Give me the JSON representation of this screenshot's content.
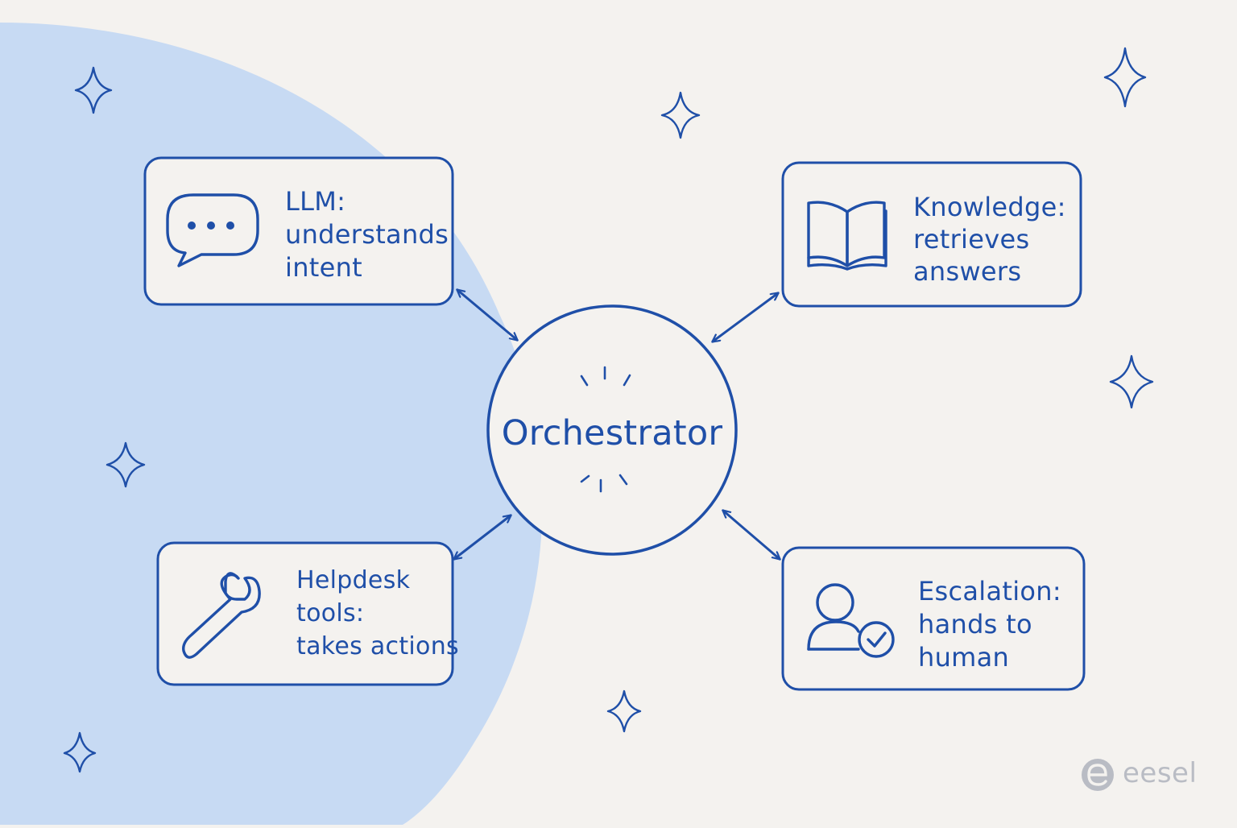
{
  "diagram": {
    "hub": {
      "label": "Orchestrator"
    },
    "nodes": [
      {
        "id": "llm",
        "icon": "chat-bubble-icon",
        "lines": [
          "LLM:",
          "understands",
          "intent"
        ]
      },
      {
        "id": "knowledge",
        "icon": "open-book-icon",
        "lines": [
          "Knowledge:",
          "retrieves",
          "answers"
        ]
      },
      {
        "id": "helpdesk",
        "icon": "wrench-icon",
        "lines": [
          "Helpdesk",
          "tools:",
          "takes actions"
        ]
      },
      {
        "id": "escalation",
        "icon": "user-check-icon",
        "lines": [
          "Escalation:",
          "hands to",
          "human"
        ]
      }
    ],
    "edges": [
      {
        "from": "hub",
        "to": "llm",
        "direction": "bidirectional"
      },
      {
        "from": "hub",
        "to": "knowledge",
        "direction": "bidirectional"
      },
      {
        "from": "hub",
        "to": "helpdesk",
        "direction": "bidirectional"
      },
      {
        "from": "hub",
        "to": "escalation",
        "direction": "bidirectional"
      }
    ]
  },
  "brand": {
    "name": "eesel",
    "icon": "eesel-logo-icon"
  },
  "colors": {
    "ink": "#1f4fa8",
    "background": "#f4f2ef",
    "blob": "#c7daf3",
    "logo": "#b9bcc4"
  }
}
